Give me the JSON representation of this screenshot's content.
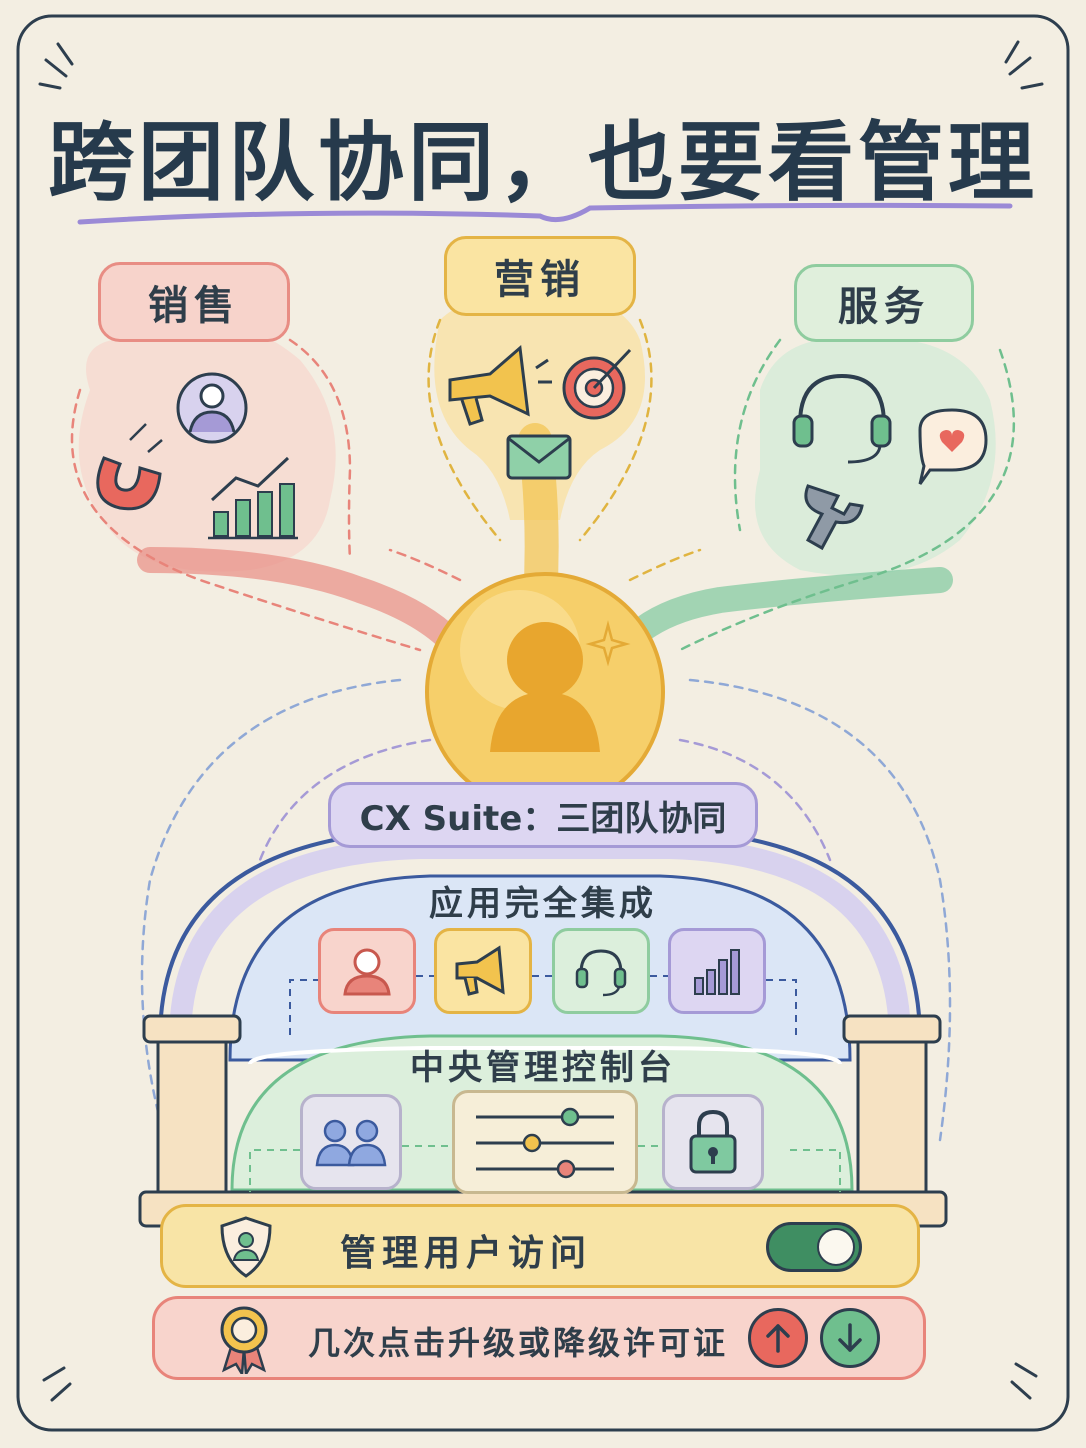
{
  "title": "跨团队协同，也要看管理",
  "teams": {
    "sales": "销售",
    "marketing": "营销",
    "service": "服务"
  },
  "suite": {
    "label": "CX Suite：三团队协同",
    "apps_title": "应用完全集成",
    "console_title": "中央管理控制台"
  },
  "access_row": {
    "label": "管理用户访问",
    "toggle_on": true
  },
  "license_row": {
    "label": "几次点击升级或降级许可证"
  },
  "colors": {
    "sales": "#e8847a",
    "marketing": "#f2c34e",
    "service": "#6fbf8e",
    "suite": "#a59ad6",
    "apps": "#8fb4e0",
    "title_underline": "#9b8ad6"
  }
}
